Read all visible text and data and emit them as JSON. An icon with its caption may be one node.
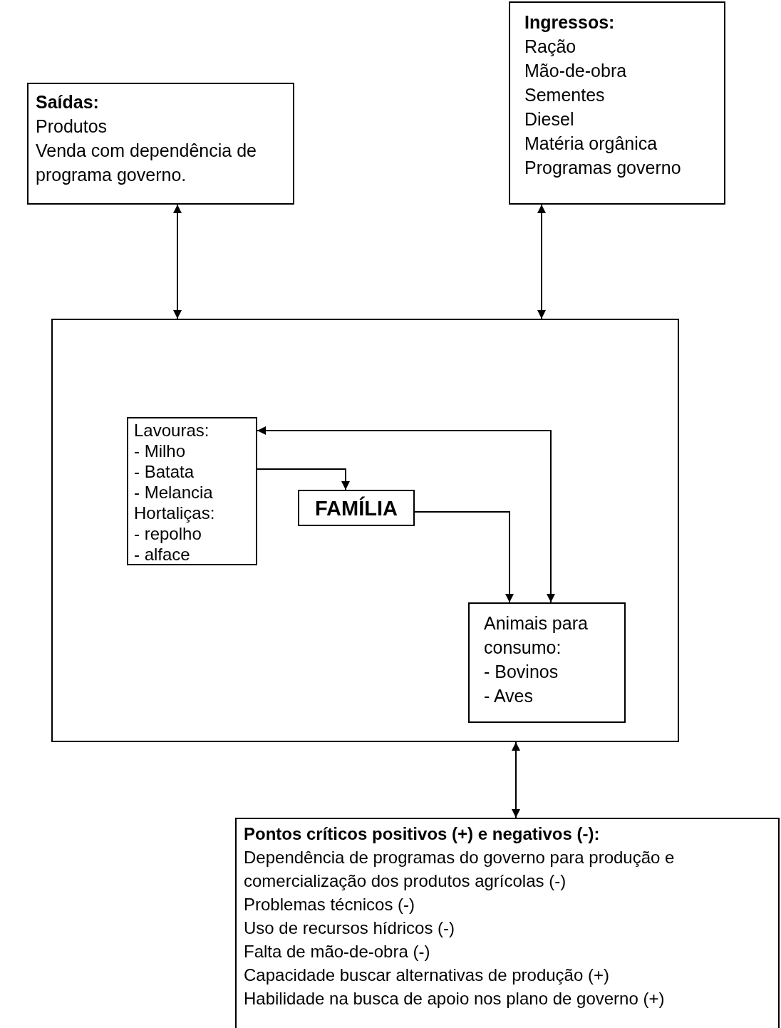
{
  "diagram": {
    "nodes": [
      {
        "text": [
          "Saídas:",
          "Produtos",
          "Venda com dependência de programa governo."
        ]
      },
      {
        "text": [
          "Ingressos:",
          "Ração",
          "Mão-de-obra",
          "Sementes",
          "Diesel",
          "Matéria orgânica",
          "Programas governo"
        ]
      },
      {
        "text": [],
        "shape": "box"
      },
      {
        "text": [
          "Lavouras:",
          "- Milho",
          "- Batata",
          "- Melancia",
          "Hortaliças:",
          "- repolho",
          "- alface"
        ],
        "in": 2
      },
      {
        "text": [
          "FAMÍLIA"
        ],
        "in": 2
      },
      {
        "text": [
          "Animais para consumo:",
          "- Bovinos",
          "- Aves"
        ],
        "in": 2
      },
      {
        "text": [
          "Pontos críticos  positivos (+) e negativos (-):",
          "Dependência de programas do governo para produção e comercialização dos produtos agrícolas (-)",
          "Problemas técnicos (-)",
          "Uso de recursos hídricos (-)",
          "Falta de mão-de-obra (-)",
          "Capacidade buscar alternativas de produção (+)",
          "Habilidade na busca de apoio nos plano de governo (+)"
        ]
      }
    ],
    "edges": [
      {
        "from": 0,
        "to": 2,
        "arrow": "both"
      },
      {
        "from": 1,
        "to": 2,
        "arrow": "both"
      },
      {
        "from": 3,
        "to": 4,
        "arrow": "to"
      },
      {
        "from": 4,
        "to": 5,
        "arrow": "to"
      },
      {
        "from": 3,
        "to": 5,
        "arrow": "both"
      },
      {
        "from": 2,
        "to": 6,
        "arrow": "both"
      }
    ]
  }
}
